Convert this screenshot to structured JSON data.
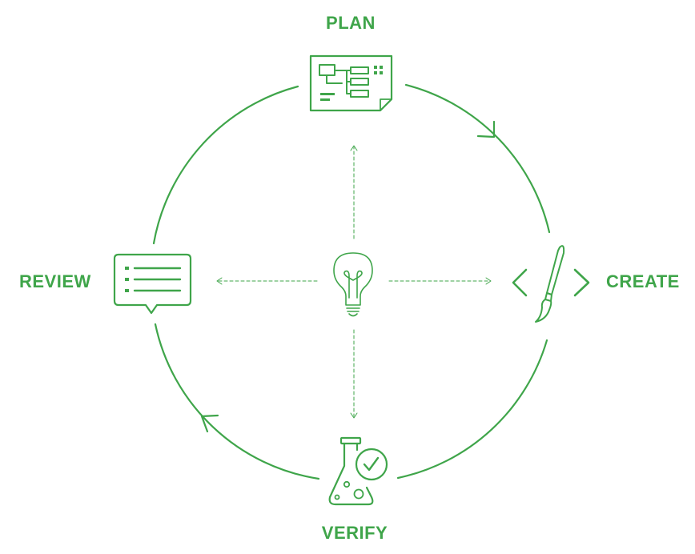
{
  "diagram": {
    "stages": {
      "plan": {
        "label": "PLAN",
        "icon": "blueprint-icon"
      },
      "create": {
        "label": "CREATE",
        "icon": "code-paintbrush-icon"
      },
      "verify": {
        "label": "VERIFY",
        "icon": "flask-checkmark-icon"
      },
      "review": {
        "label": "REVIEW",
        "icon": "checklist-speech-bubble-icon"
      }
    },
    "center": {
      "icon": "lightbulb-icon"
    },
    "flow": "clockwise cycle: plan → create → verify → review",
    "colors": {
      "accent": "#3fa54a"
    }
  }
}
